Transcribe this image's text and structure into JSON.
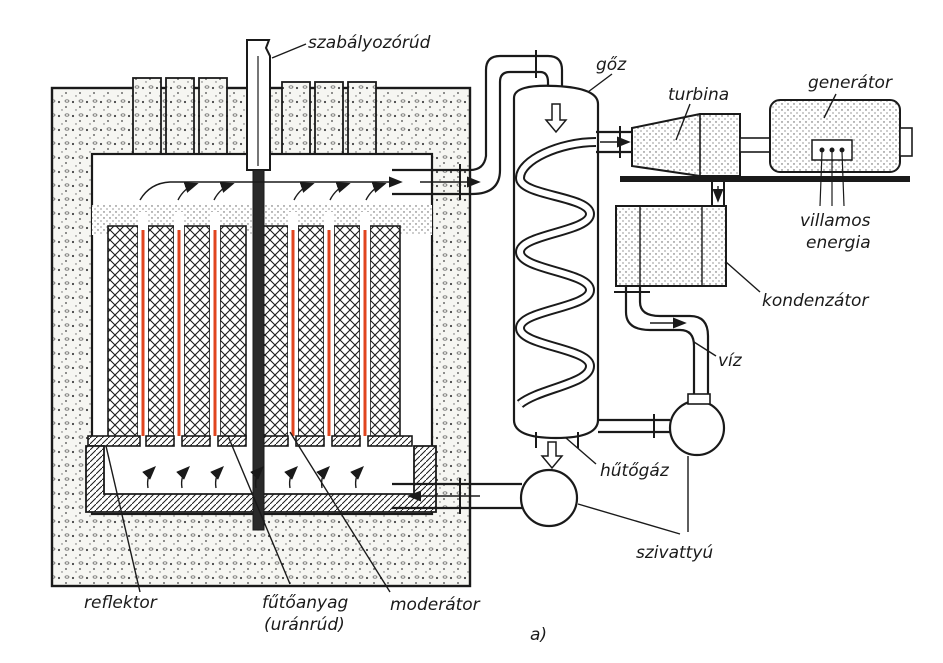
{
  "labels": {
    "control_rod": "szabályozórúd",
    "steam": "gőz",
    "turbine": "turbina",
    "generator": "generátor",
    "electric_line1": "villamos",
    "electric_line2": "energia",
    "condenser": "kondenzátor",
    "water": "víz",
    "coolant_gas": "hűtőgáz",
    "pump": "szivattyú",
    "reflector": "reflektor",
    "fuel_line1": "fűtőanyag",
    "fuel_line2": "(uránrúd)",
    "moderator": "moderátor",
    "figure_tag": "a)"
  },
  "colors": {
    "ink": "#1a1a1a",
    "fuel_rod": "#e0451f",
    "concrete_bg": "#f4f4f0"
  }
}
